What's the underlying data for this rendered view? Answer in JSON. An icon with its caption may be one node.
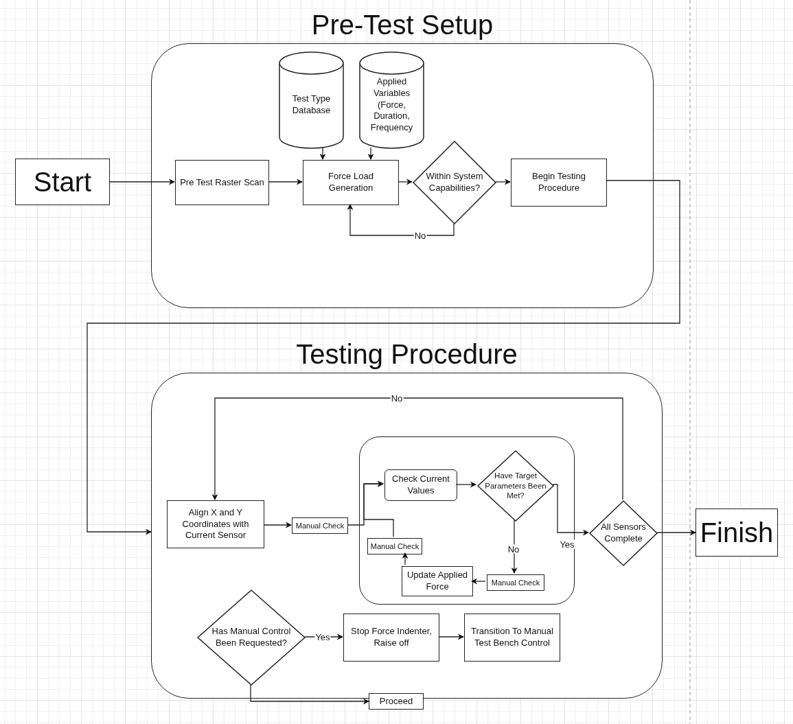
{
  "diagram": {
    "nodes": [
      {
        "text": [
          "Start"
        ]
      },
      {
        "text": [
          "Pre-Test Setup"
        ]
      },
      {
        "text": [
          "Test Type Database"
        ],
        "in": 1
      },
      {
        "text": [
          "Applied Variables (Force, Duration, Frequency"
        ],
        "in": 1
      },
      {
        "text": [
          "Pre Test Raster Scan"
        ],
        "in": 1
      },
      {
        "text": [
          "Force Load Generation"
        ],
        "in": 1
      },
      {
        "text": [
          "Within System Capabilities?"
        ],
        "in": 1
      },
      {
        "text": [
          "Begin Testing Procedure"
        ],
        "in": 1
      },
      {
        "text": [
          "Testing Procedure"
        ]
      },
      {
        "text": [
          "Align X and Y Coordinates with Current Sensor"
        ],
        "in": 8
      },
      {
        "text": [
          "Manual Check"
        ],
        "in": 8
      },
      {
        "text": [],
        "in": 8,
        "shape": "box"
      },
      {
        "text": [
          "Check Current Values"
        ],
        "in": 11
      },
      {
        "text": [
          "Have Target Parameters Been Met?"
        ],
        "in": 11
      },
      {
        "text": [
          "Manual Check"
        ],
        "in": 11
      },
      {
        "text": [
          "Update Applied Force"
        ],
        "in": 11
      },
      {
        "text": [
          "Manual Check"
        ],
        "in": 11
      },
      {
        "text": [
          "All Sensors Complete"
        ],
        "in": 8
      },
      {
        "text": [
          "Finish"
        ]
      },
      {
        "text": [
          "Has Manual Control Been Requested?"
        ],
        "in": 8
      },
      {
        "text": [
          "Stop Force Indenter, Raise off"
        ],
        "in": 8
      },
      {
        "text": [
          "Transition To Manual Test Bench Control"
        ],
        "in": 8
      },
      {
        "text": [
          "Proceed"
        ]
      }
    ],
    "edges": [
      {
        "from": 0,
        "to": 4,
        "arrow": "to"
      },
      {
        "from": 2,
        "to": 5,
        "arrow": "to"
      },
      {
        "from": 3,
        "to": 5,
        "arrow": "to"
      },
      {
        "from": 4,
        "to": 5,
        "arrow": "to"
      },
      {
        "from": 5,
        "to": 6,
        "arrow": "to"
      },
      {
        "from": 6,
        "to": 7,
        "arrow": "to"
      },
      {
        "from": 6,
        "to": 5,
        "arrow": "to",
        "label": "No"
      },
      {
        "from": 7,
        "to": 8,
        "arrow": "to"
      },
      {
        "from": 9,
        "to": 10,
        "arrow": "to"
      },
      {
        "from": 10,
        "to": 12,
        "arrow": "to"
      },
      {
        "from": 14,
        "to": 12,
        "arrow": "to"
      },
      {
        "from": 12,
        "to": 13,
        "arrow": "to"
      },
      {
        "from": 13,
        "to": 16,
        "arrow": "to",
        "label": "No"
      },
      {
        "from": 16,
        "to": 15,
        "arrow": "to"
      },
      {
        "from": 15,
        "to": 14,
        "arrow": "to"
      },
      {
        "from": 13,
        "to": 17,
        "arrow": "to",
        "label": "Yes"
      },
      {
        "from": 17,
        "to": 9,
        "arrow": "to",
        "label": "No"
      },
      {
        "from": 17,
        "to": 18,
        "arrow": "to"
      },
      {
        "from": 19,
        "to": 20,
        "arrow": "to",
        "label": "Yes"
      },
      {
        "from": 20,
        "to": 21,
        "arrow": "to"
      },
      {
        "from": 19,
        "to": 22,
        "arrow": "to"
      }
    ]
  }
}
